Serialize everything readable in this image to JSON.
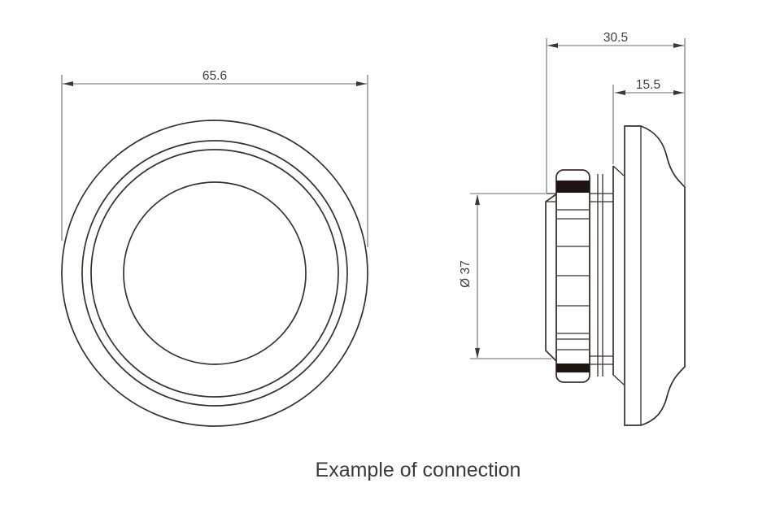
{
  "colors": {
    "background": "#ffffff",
    "outline": "#3a2f2a",
    "dimension_lines": "#6a6a6a",
    "dimension_text": "#3d3d3d",
    "nut_band_fill": "#1e1512"
  },
  "caption": "Example of connection",
  "front_view": {
    "description": "front view of round bezel with concentric circles",
    "label_outer_diameter": "65.6"
  },
  "side_view": {
    "description": "side view of panel-mounted connector with nut, panel and bezel",
    "label_total_depth": "30.5",
    "label_front_depth": "15.5",
    "label_body_diameter": "Ø 37"
  }
}
